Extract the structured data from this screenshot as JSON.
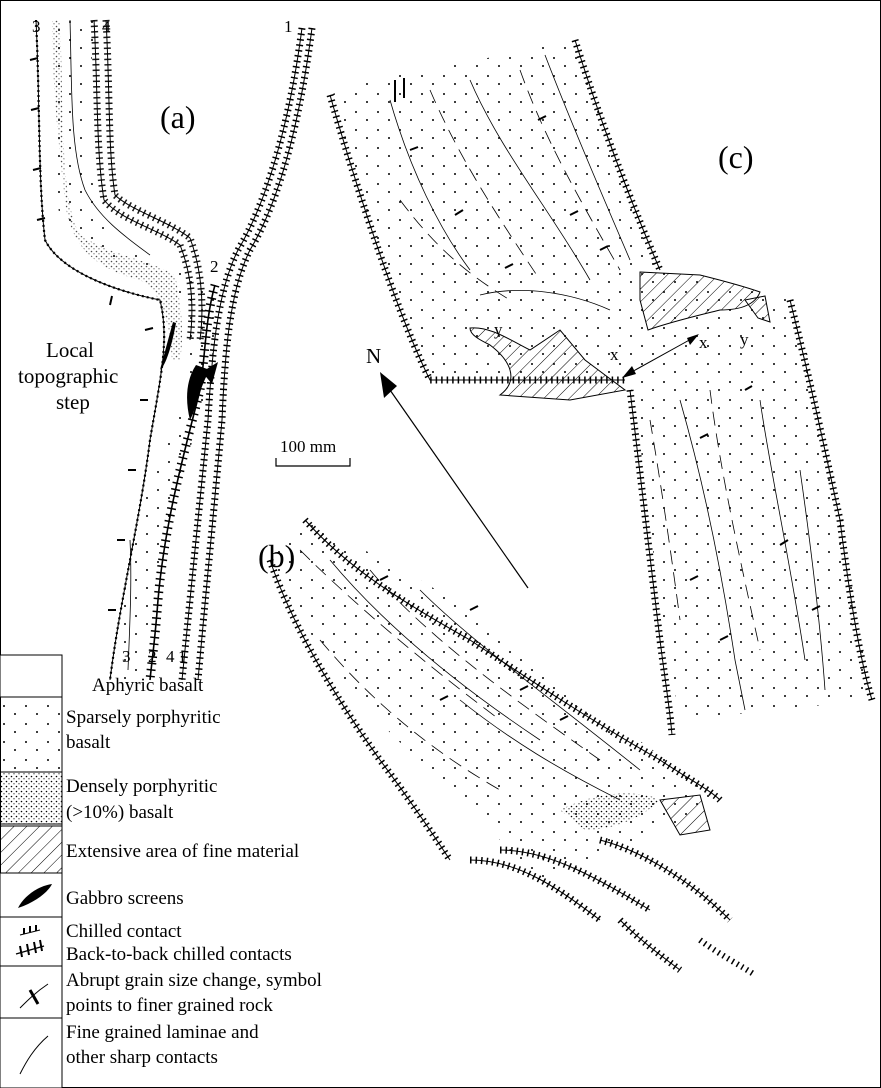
{
  "panels": {
    "a": "(a)",
    "b": "(b)",
    "c": "(c)"
  },
  "dyke_numbers": {
    "top": [
      "3",
      "4",
      "1",
      "2"
    ],
    "bottom": [
      "3",
      "2",
      "4",
      "1"
    ]
  },
  "step_label": [
    "Local",
    "topographic",
    "step"
  ],
  "north": "N",
  "scale_bar": "100 mm",
  "markers": [
    "x",
    "x",
    "y",
    "y"
  ],
  "legend": [
    {
      "lines": [
        "Aphyric basalt"
      ],
      "pattern": "plain"
    },
    {
      "lines": [
        "Sparsely porphyritic",
        "basalt"
      ],
      "pattern": "sparse-dots"
    },
    {
      "lines": [
        "Densely porphyritic",
        "(>10%) basalt"
      ],
      "pattern": "dense-dots"
    },
    {
      "lines": [
        "Extensive area of fine material"
      ],
      "pattern": "hatch"
    },
    {
      "lines": [
        "Gabbro screens"
      ],
      "pattern": "gabbro"
    },
    {
      "lines": [
        "Chilled contact",
        "Back-to-back chilled contacts"
      ],
      "pattern": "chill"
    },
    {
      "lines": [
        "Abrupt grain size change, symbol",
        "points to finer grained rock"
      ],
      "pattern": "grain"
    },
    {
      "lines": [
        "Fine grained laminae and",
        "other sharp contacts"
      ],
      "pattern": "laminae"
    }
  ],
  "colors": {
    "ink": "#000000",
    "paper": "#ffffff"
  }
}
